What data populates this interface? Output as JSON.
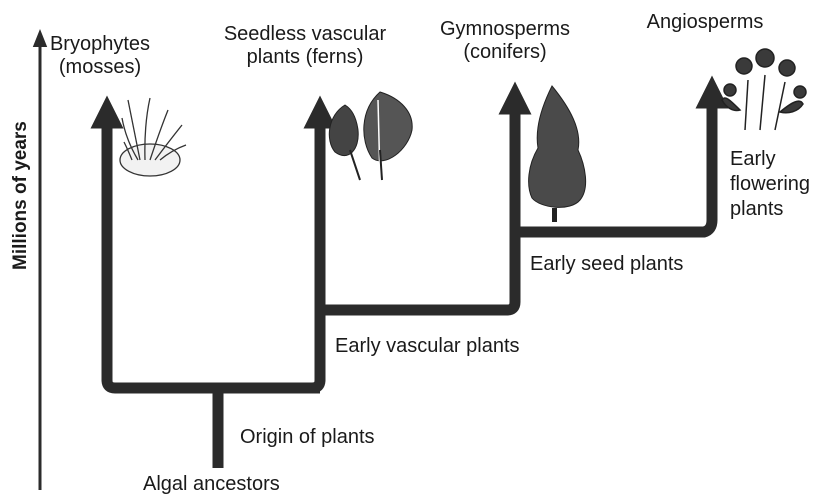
{
  "y_axis_label": "Millions of years",
  "groups": {
    "bryophytes": [
      "Bryophytes",
      "(mosses)"
    ],
    "seedless": [
      "Seedless vascular",
      "plants (ferns)"
    ],
    "gymnosperms": [
      "Gymnosperms",
      "(conifers)"
    ],
    "angiosperms": [
      "Angiosperms"
    ]
  },
  "nodes": {
    "algal_ancestors": "Algal ancestors",
    "origin_of_plants": "Origin of plants",
    "early_vascular": "Early vascular plants",
    "early_seed": "Early seed plants",
    "early_flowering": [
      "Early",
      "flowering",
      "plants"
    ]
  },
  "colors": {
    "branch": "#2b2b2b",
    "plant_ink": "#333333"
  },
  "icons": [
    "moss-icon",
    "fern-icon",
    "conifer-icon",
    "flowering-plant-icon"
  ]
}
